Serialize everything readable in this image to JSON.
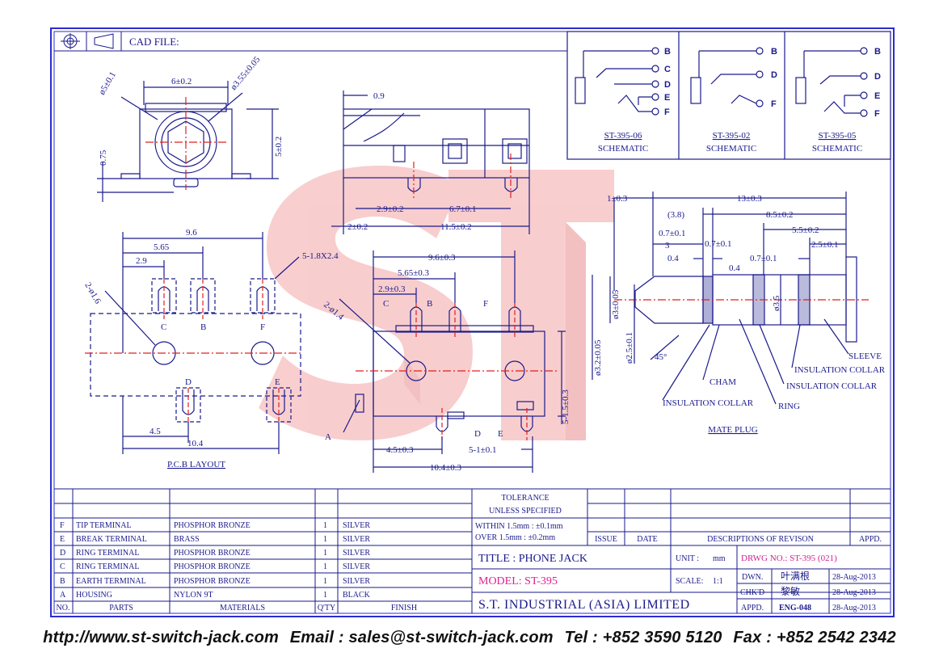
{
  "header": {
    "cad_file_label": "CAD FILE:"
  },
  "schematics": [
    {
      "title": "ST-395-06",
      "subtitle": "SCHEMATIC",
      "pins": [
        "B",
        "C",
        "D",
        "E",
        "F"
      ]
    },
    {
      "title": "ST-395-02",
      "subtitle": "SCHEMATIC",
      "pins": [
        "B",
        "D",
        "F"
      ]
    },
    {
      "title": "ST-395-05",
      "subtitle": "SCHEMATIC",
      "pins": [
        "B",
        "D",
        "E",
        "F"
      ]
    }
  ],
  "top_view": {
    "dims": {
      "width": "6±0.2",
      "hole_outer": "ø5±0.1",
      "hole_inner": "ø3.55±0.05",
      "height": "5±0.2",
      "offset": "0.75"
    }
  },
  "side_view": {
    "dims": {
      "tab": "0.9",
      "d1": "2.9±0.2",
      "d2": "6.7±0.1",
      "d3": "2±0.2",
      "d4": "11.5±0.2"
    }
  },
  "pcb_layout": {
    "title": "P.C.B LAYOUT",
    "dims": {
      "w1": "9.6",
      "w2": "5.65",
      "w3": "2.9",
      "slot": "5-1.8X2.4",
      "hole": "2-ø1.6",
      "b1": "4.5",
      "b2": "10.4"
    },
    "pins": [
      "C",
      "B",
      "F",
      "D",
      "E"
    ]
  },
  "bottom_view": {
    "dims": {
      "w1": "9.6±0.3",
      "w2": "5.65±0.3",
      "w3": "2.9±0.3",
      "hole": "2-ø1.4",
      "pin": "5-1.5±0.3",
      "b1": "4.5±0.3",
      "b2": "5-1±0.1",
      "b3": "10.4±0.3"
    },
    "labels": [
      "C",
      "B",
      "F",
      "A",
      "D",
      "E"
    ]
  },
  "mate_plug": {
    "title": "MATE PLUG",
    "dims": {
      "tip": "1±0.3",
      "total": "13±0.3",
      "d38": "(3.8)",
      "ring": "8.5±0.2",
      "d07a": "0.7±0.1",
      "d3": "3",
      "d55": "5.5±0.2",
      "d07b": "0.7±0.1",
      "d25": "2.5±0.1",
      "d04a": "0.4",
      "d04b": "0.4",
      "d07c": "0.7±0.1",
      "dia3": "ø3±0.05",
      "dia32": "ø3.2±0.05",
      "dia25": "ø2.5±0.1",
      "dia35": "ø3.5",
      "angle": "45°"
    },
    "callouts": [
      "SLEEVE",
      "INSULATION COLLAR",
      "INSULATION COLLAR",
      "CHAM",
      "INSULATION COLLAR",
      "RING"
    ]
  },
  "parts_table": {
    "headers": [
      "NO.",
      "PARTS",
      "MATERIALS",
      "Q'TY",
      "FINISH"
    ],
    "rows": [
      [
        "F",
        "TIP TERMINAL",
        "PHOSPHOR BRONZE",
        "1",
        "SILVER"
      ],
      [
        "E",
        "BREAK TERMINAL",
        "BRASS",
        "1",
        "SILVER"
      ],
      [
        "D",
        "RING TERMINAL",
        "PHOSPHOR BRONZE",
        "1",
        "SILVER"
      ],
      [
        "C",
        "RING TERMINAL",
        "PHOSPHOR BRONZE",
        "1",
        "SILVER"
      ],
      [
        "B",
        "EARTH TERMINAL",
        "PHOSPHOR BRONZE",
        "1",
        "SILVER"
      ],
      [
        "A",
        "HOUSING",
        "NYLON 9T",
        "1",
        "BLACK"
      ]
    ]
  },
  "tolerance": {
    "title1": "TOLERANCE",
    "title2": "UNLESS   SPECIFIED",
    "line1": "WITHIN  1.5mm : ±0.1mm",
    "line2": "OVER    1.5mm : ±0.2mm"
  },
  "revision": {
    "issue": "ISSUE",
    "date": "DATE",
    "desc": "DESCRIPTIONS  OF  REVISON",
    "appd": "APPD."
  },
  "title_block": {
    "title": "TITLE : PHONE JACK",
    "model": "MODEL: ST-395",
    "company": "S.T.  INDUSTRIAL  (ASIA)  LIMITED",
    "unit_label": "UNIT :",
    "unit_value": "mm",
    "scale_label": "SCALE:",
    "scale_value": "1:1",
    "drwg": "DRWG NO.: ST-395 (021)",
    "dwn_label": "DWN.",
    "dwn_name": "叶满根",
    "dwn_date": "28-Aug-2013",
    "chkd_label": "CHK'D",
    "chkd_name": "黎敏",
    "chkd_date": "28-Aug-2013",
    "appd_label": "APPD.",
    "appd_name": "ENG-048",
    "appd_date": "28-Aug-2013"
  },
  "watermark": {
    "text": "ST"
  },
  "footer": {
    "website": "http://www.st-switch-jack.com",
    "email": "Email : sales@st-switch-jack.com",
    "tel": "Tel : +852 3590 5120",
    "fax": "Fax : +852 2542 2342"
  },
  "colors": {
    "line": "#1a1a8c",
    "frame": "#2c2cd0",
    "center": "#e02020",
    "watermark": "#f0a0a0",
    "model": "#e02090",
    "drwg": "#d02090"
  }
}
